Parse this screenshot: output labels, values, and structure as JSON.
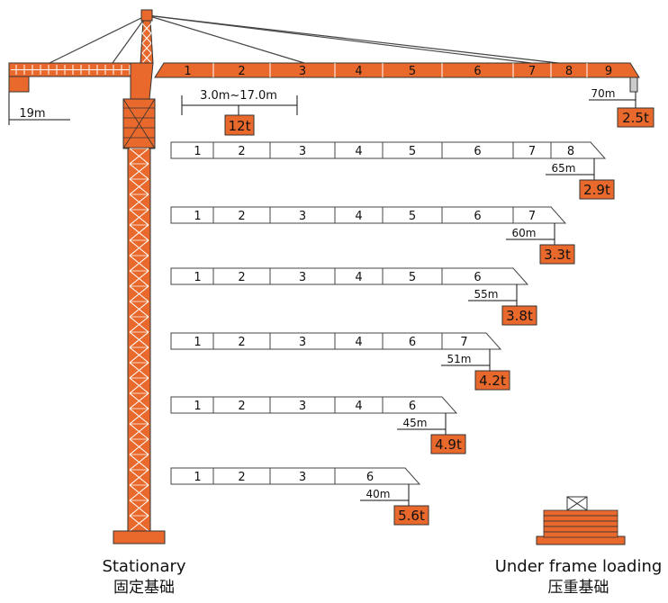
{
  "colors": {
    "orange": "#E8692B",
    "line": "#333333",
    "white": "#FFFFFF"
  },
  "main_jib": {
    "sections": [
      "1",
      "2",
      "3",
      "4",
      "5",
      "6",
      "7",
      "8",
      "9"
    ],
    "min_range_label": "3.0m~17.0m",
    "max_load_label": "12t",
    "tip_radius_label": "70m",
    "tip_load_label": "2.5t"
  },
  "counter_jib": {
    "length_label": "19m"
  },
  "jib_configs": [
    {
      "sections": [
        "1",
        "2",
        "3",
        "4",
        "5",
        "6",
        "7",
        "8"
      ],
      "radius_label": "65m",
      "tip_load_label": "2.9t"
    },
    {
      "sections": [
        "1",
        "2",
        "3",
        "4",
        "5",
        "6",
        "7"
      ],
      "radius_label": "60m",
      "tip_load_label": "3.3t"
    },
    {
      "sections": [
        "1",
        "2",
        "3",
        "4",
        "5",
        "6"
      ],
      "radius_label": "55m",
      "tip_load_label": "3.8t"
    },
    {
      "sections": [
        "1",
        "2",
        "3",
        "4",
        "6",
        "7"
      ],
      "radius_label": "51m",
      "tip_load_label": "4.2t"
    },
    {
      "sections": [
        "1",
        "2",
        "3",
        "4",
        "6"
      ],
      "radius_label": "45m",
      "tip_load_label": "4.9t"
    },
    {
      "sections": [
        "1",
        "2",
        "3",
        "6"
      ],
      "radius_label": "40m",
      "tip_load_label": "5.6t"
    }
  ],
  "foundations": {
    "stationary": {
      "label_en": "Stationary",
      "label_zh": "固定基础"
    },
    "under_frame": {
      "label_en": "Under frame loading",
      "label_zh": "压重基础"
    }
  }
}
